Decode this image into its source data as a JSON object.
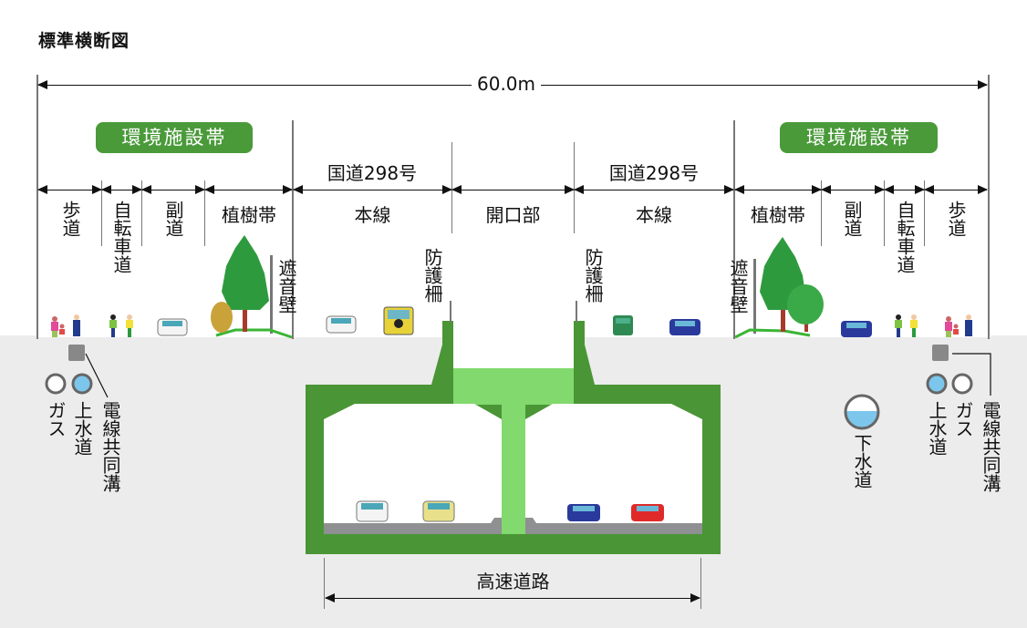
{
  "title": "標準横断図",
  "overall_width": "60.0m",
  "environment_zone": [
    "環境施設帯",
    "環境施設帯"
  ],
  "national_road": [
    "国道298号",
    "国道298号"
  ],
  "sections_left": [
    "歩道",
    "自転車道",
    "副道",
    "植樹帯"
  ],
  "sections_center": [
    "本線",
    "開口部",
    "本線"
  ],
  "sections_right": [
    "植樹帯",
    "副道",
    "自転車道",
    "歩道"
  ],
  "features": {
    "noise_barrier_left": "遮音壁",
    "noise_barrier_right": "遮音壁",
    "guard_fence_left": "防護柵",
    "guard_fence_right": "防護柵"
  },
  "utilities_left": {
    "gas": "ガス",
    "water": "上水道",
    "cable": "電線共同溝"
  },
  "utilities_right": {
    "gas": "ガス",
    "water": "上水道",
    "cable": "電線共同溝",
    "sewer": "下水道"
  },
  "expressway": "高速道路",
  "colors": {
    "badge_green": "#4a9a3a",
    "structure_green": "#4a9636",
    "opening_green": "#82d96e",
    "ground_gray": "#ececec",
    "road_gray": "#8e9091",
    "water_blue": "#7cc6ec"
  }
}
